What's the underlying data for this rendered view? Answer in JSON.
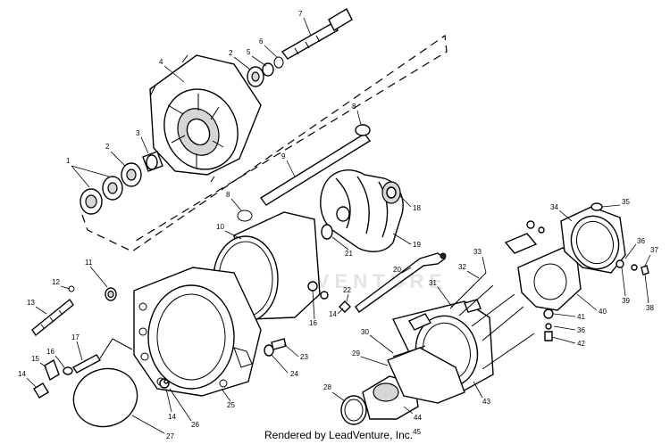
{
  "watermark": "LEADVENTURE",
  "footer": {
    "text": "Rendered by LeadVenture, Inc.",
    "superscript": "45"
  },
  "callouts": [
    "1",
    "2",
    "2",
    "3",
    "4",
    "5",
    "6",
    "7",
    "8",
    "8",
    "9",
    "10",
    "11",
    "12",
    "13",
    "14",
    "14",
    "14",
    "15",
    "16",
    "16",
    "17",
    "18",
    "19",
    "20",
    "21",
    "22",
    "23",
    "24",
    "25",
    "26",
    "27",
    "28",
    "29",
    "30",
    "31",
    "32",
    "33",
    "34",
    "35",
    "36",
    "36",
    "37",
    "38",
    "39",
    "40",
    "41",
    "42",
    "43",
    "44"
  ]
}
